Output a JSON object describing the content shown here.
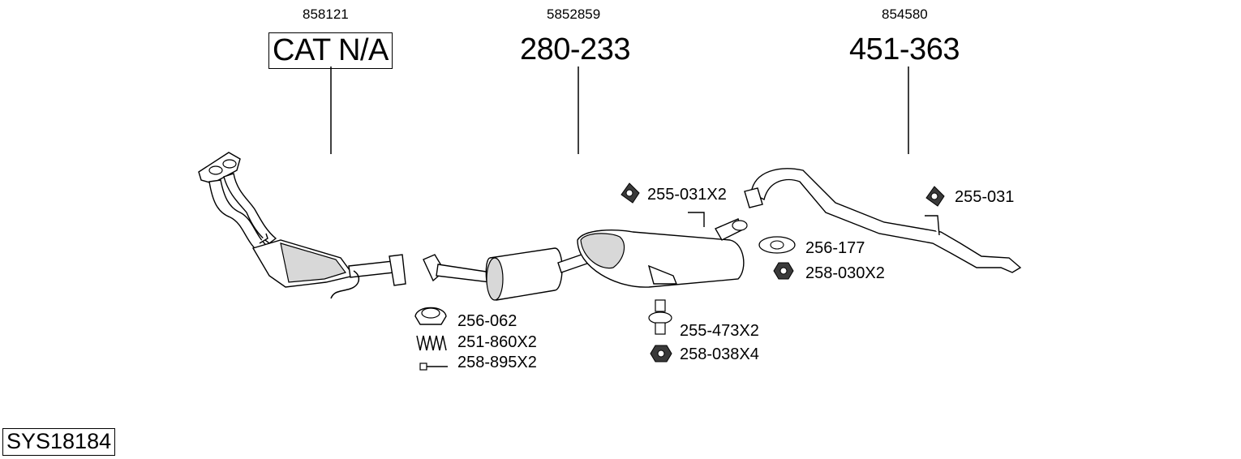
{
  "oem_numbers": {
    "catalyst": "858121",
    "front_silencer": "5852859",
    "rear_pipe": "854580"
  },
  "main_parts": {
    "catalyst": "CAT N/A",
    "front_silencer": "280-233",
    "rear_pipe": "451-363"
  },
  "fittings": {
    "flange_gasket": "256-062",
    "spring": "251-860X2",
    "bolt": "258-895X2",
    "rubber_mount_top": "255-031X2",
    "gasket_oval": "256-177",
    "nut_hex": "258-030X2",
    "rubber_hanger": "255-473X2",
    "flange_nut": "258-038X4",
    "rubber_mount_right": "255-031"
  },
  "system_code": "SYS18184"
}
